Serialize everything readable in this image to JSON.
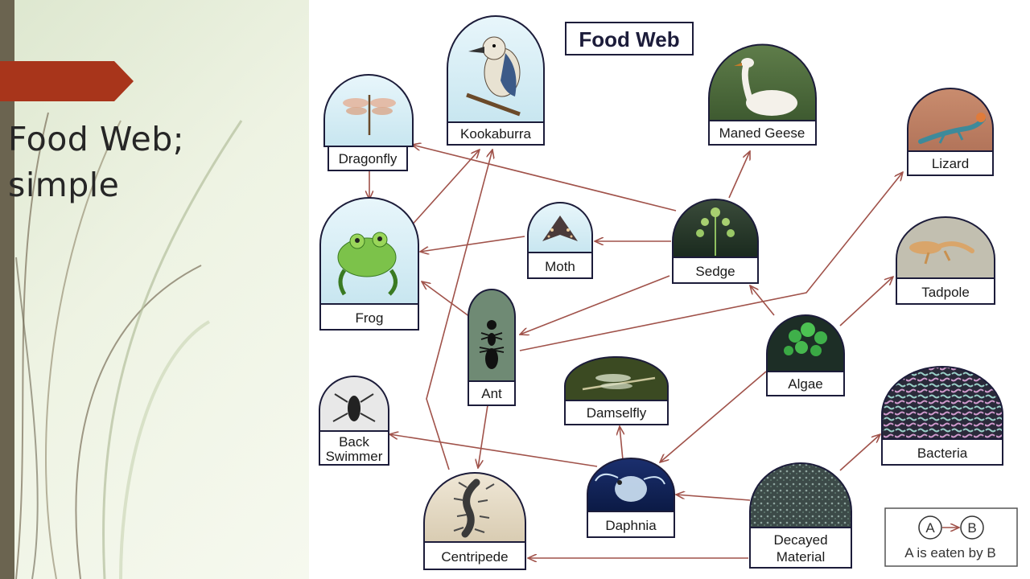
{
  "slide": {
    "title_line1": "Food Web;",
    "title_line2": "simple",
    "accent_color": "#a8351b"
  },
  "diagram": {
    "title": "Food Web",
    "nodes": {
      "kookaburra": "Kookaburra",
      "maned_geese": "Maned Geese",
      "dragonfly": "Dragonfly",
      "lizard": "Lizard",
      "frog": "Frog",
      "moth": "Moth",
      "sedge": "Sedge",
      "tadpole": "Tadpole",
      "ant": "Ant",
      "algae": "Algae",
      "damselfly": "Damselfly",
      "back_swimmer_line1": "Back",
      "back_swimmer_line2": "Swimmer",
      "bacteria": "Bacteria",
      "daphnia": "Daphnia",
      "centripede": "Centripede",
      "decayed_line1": "Decayed",
      "decayed_line2": "Material"
    },
    "legend": {
      "a": "A",
      "b": "B",
      "text": "A is eaten by B"
    },
    "arrow_color": "#a0524a"
  }
}
